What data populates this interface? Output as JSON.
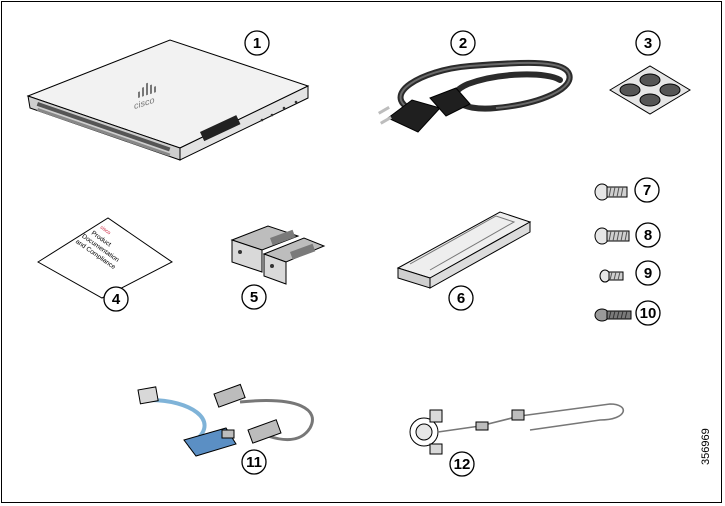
{
  "figure_id": "356969",
  "callouts": [
    "1",
    "2",
    "3",
    "4",
    "5",
    "6",
    "7",
    "8",
    "9",
    "10",
    "11",
    "12"
  ],
  "manual_cover": {
    "brand": "cisco",
    "lines": [
      "Product",
      "Documentation",
      "and Compliance"
    ]
  },
  "switch_logo": "cisco",
  "colors": {
    "line": "#000000",
    "grey_dark": "#3a3a3a",
    "grey_mid": "#8a8a8a",
    "grey_light": "#d9d9d9",
    "cable_blue": "#7fb3d8",
    "console_blue": "#5b8fc4",
    "logo_red": "#c8102e"
  }
}
